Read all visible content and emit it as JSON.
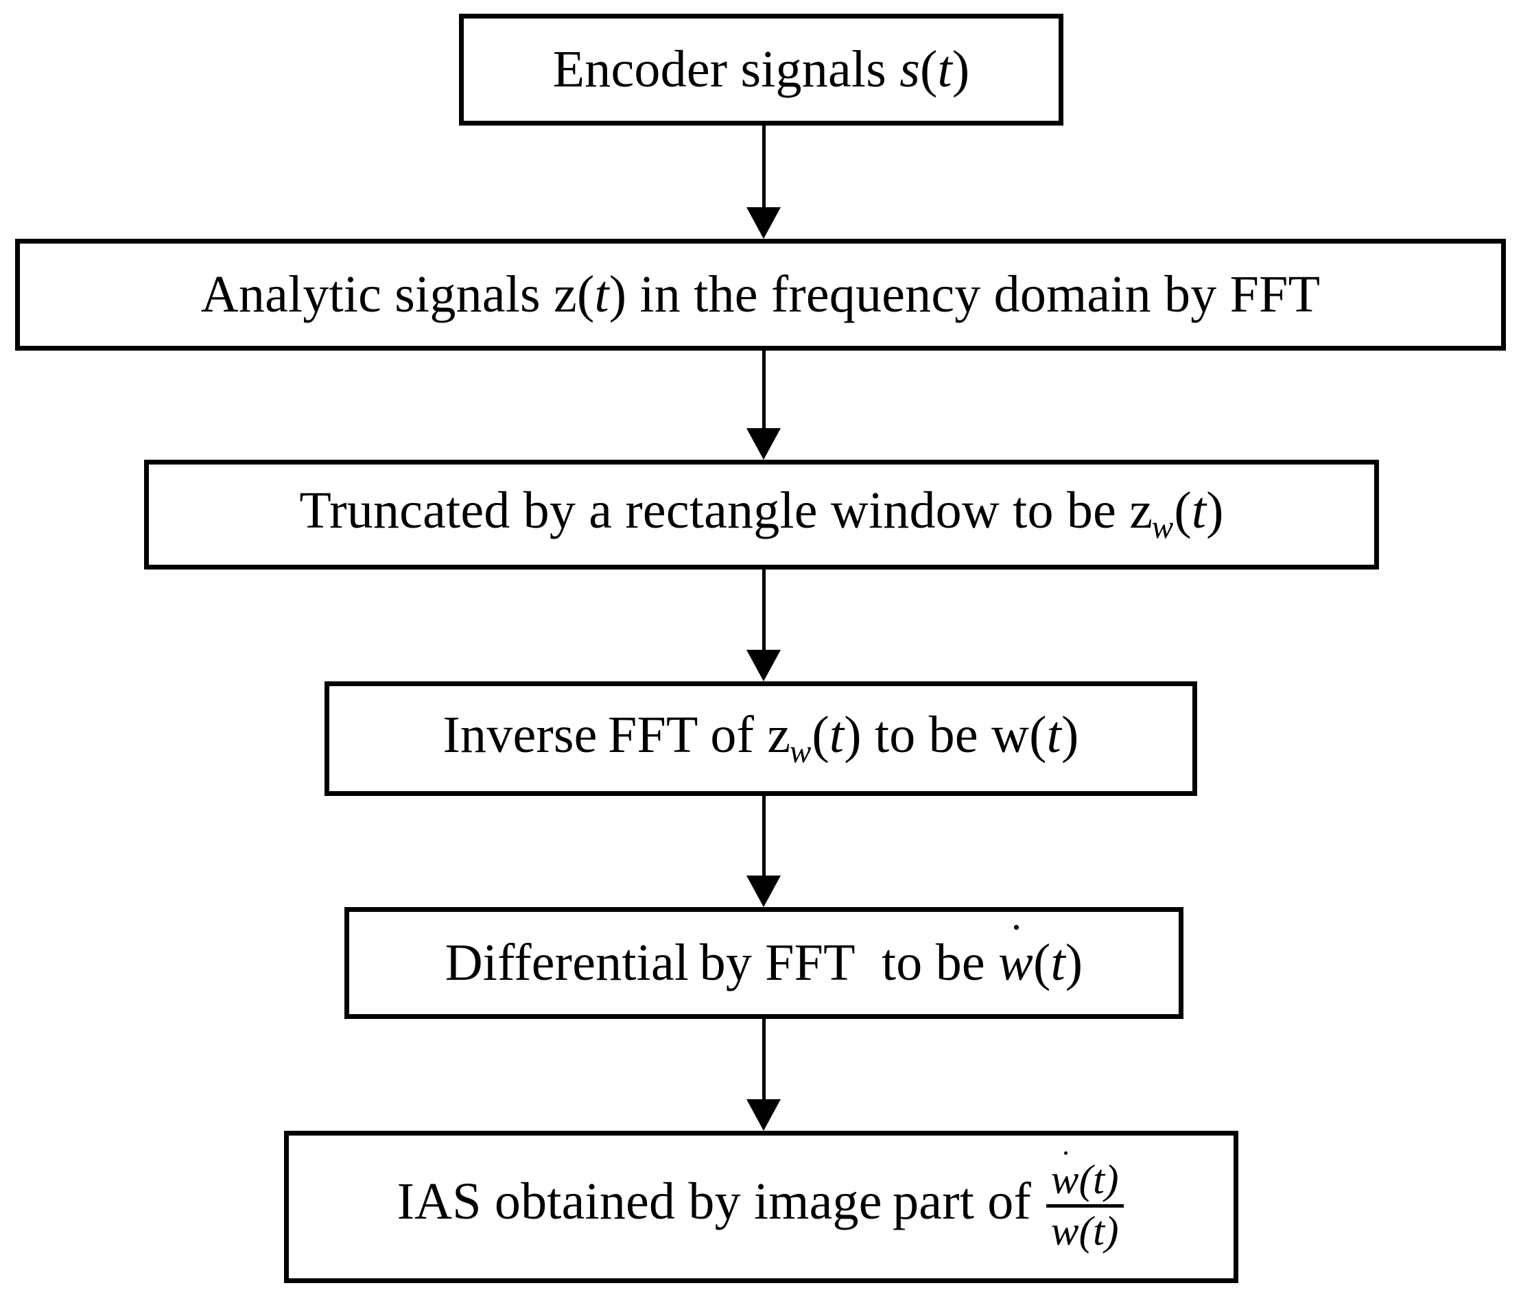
{
  "diagram": {
    "title": "IAS estimation flowchart",
    "accent_color": "#000000",
    "background_color": "#ffffff",
    "nodes": [
      {
        "id": "encoder-signals",
        "text": "Encoder signals s(t)",
        "plain": "Encoder signals s(t)"
      },
      {
        "id": "analytic-signals",
        "text": "Analytic signals z(t) in the frequency domain by FFT",
        "plain": "Analytic signals z(t) in the frequency domain by FFT"
      },
      {
        "id": "truncated-window",
        "text": "Truncated by a rectangle window to be z_w(t)",
        "plain": "Truncated by a rectangle window to be zw(t)"
      },
      {
        "id": "inverse-fft",
        "text": "Inverse FFT of z_w(t) to be w(t)",
        "plain": "Inverse FFT of zw(t) to be w(t)"
      },
      {
        "id": "differential-fft",
        "text": "Differential by FFT to be ẇ(t)",
        "plain": "Differential by FFT to be w dot (t)"
      },
      {
        "id": "ias-result",
        "text": "IAS obtained by image part of ẇ(t)/w(t)",
        "plain": "IAS obtained by image part of w dot (t) over w(t)"
      }
    ],
    "node_fragments": {
      "encoder_signals": {
        "lead": "Encoder signals ",
        "var": "s",
        "paren_open": "(",
        "t": "t",
        "paren_close": ")"
      },
      "analytic_signals": {
        "lead": "Analytic signals ",
        "var": "z",
        "paren_open": "(",
        "t": "t",
        "paren_close": ")",
        "tail": " in the frequency domain by FFT"
      },
      "truncated_window": {
        "lead": "Truncated by a rectangle window to be ",
        "var": "z",
        "sub": "w",
        "paren_open": "(",
        "t": "t",
        "paren_close": ")"
      },
      "inverse_fft": {
        "lead": "Inverse FFT of ",
        "var": "z",
        "sub": "w",
        "paren_open": "(",
        "t": "t",
        "paren_close": ")",
        "mid": " to be ",
        "var2": "w",
        "paren_open2": "(",
        "t2": "t",
        "paren_close2": ")"
      },
      "differential_fft": {
        "lead": "Differential by FFT to be ",
        "var": "w",
        "paren_open": "(",
        "t": "t",
        "paren_close": ")"
      },
      "ias_result": {
        "lead": "IAS obtained by image part of ",
        "num_var": "w",
        "num_open": "(",
        "num_t": "t",
        "num_close": ")",
        "den_var": "w",
        "den_open": "(",
        "den_t": "t",
        "den_close": ")"
      }
    },
    "connectors": [
      {
        "id": "arrow-1",
        "from": "encoder-signals",
        "to": "analytic-signals"
      },
      {
        "id": "arrow-2",
        "from": "analytic-signals",
        "to": "truncated-window"
      },
      {
        "id": "arrow-3",
        "from": "truncated-window",
        "to": "inverse-fft"
      },
      {
        "id": "arrow-4",
        "from": "inverse-fft",
        "to": "differential-fft"
      },
      {
        "id": "arrow-5",
        "from": "differential-fft",
        "to": "ias-result"
      }
    ]
  }
}
